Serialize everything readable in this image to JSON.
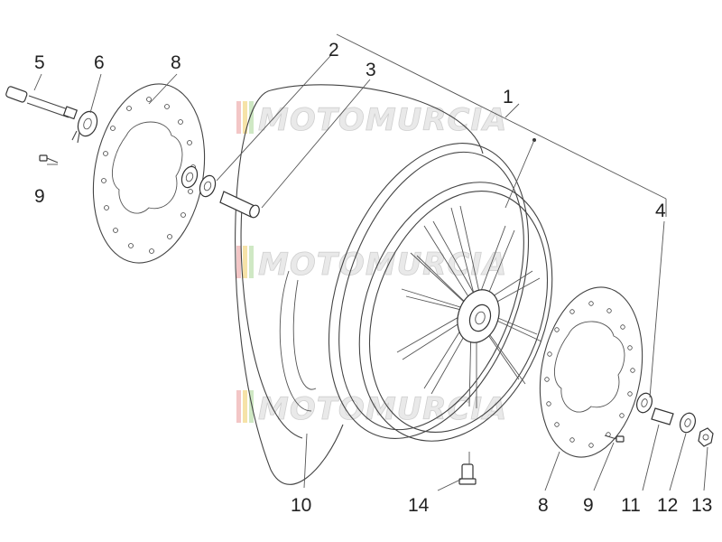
{
  "watermark": {
    "text": "MOTOMURCIA",
    "stripe_colors": [
      "#f3c6c6",
      "#f6e3a8",
      "#cfe8c4"
    ]
  },
  "callouts": {
    "c1": "1",
    "c2": "2",
    "c3": "3",
    "c4": "4",
    "c5": "5",
    "c6": "6",
    "c8a": "8",
    "c8b": "8",
    "c9a": "9",
    "c9b": "9",
    "c10": "10",
    "c11": "11",
    "c12": "12",
    "c13": "13",
    "c14": "14"
  },
  "colors": {
    "line": "#444444",
    "text": "#222222",
    "watermark": "#e9e9e9"
  }
}
